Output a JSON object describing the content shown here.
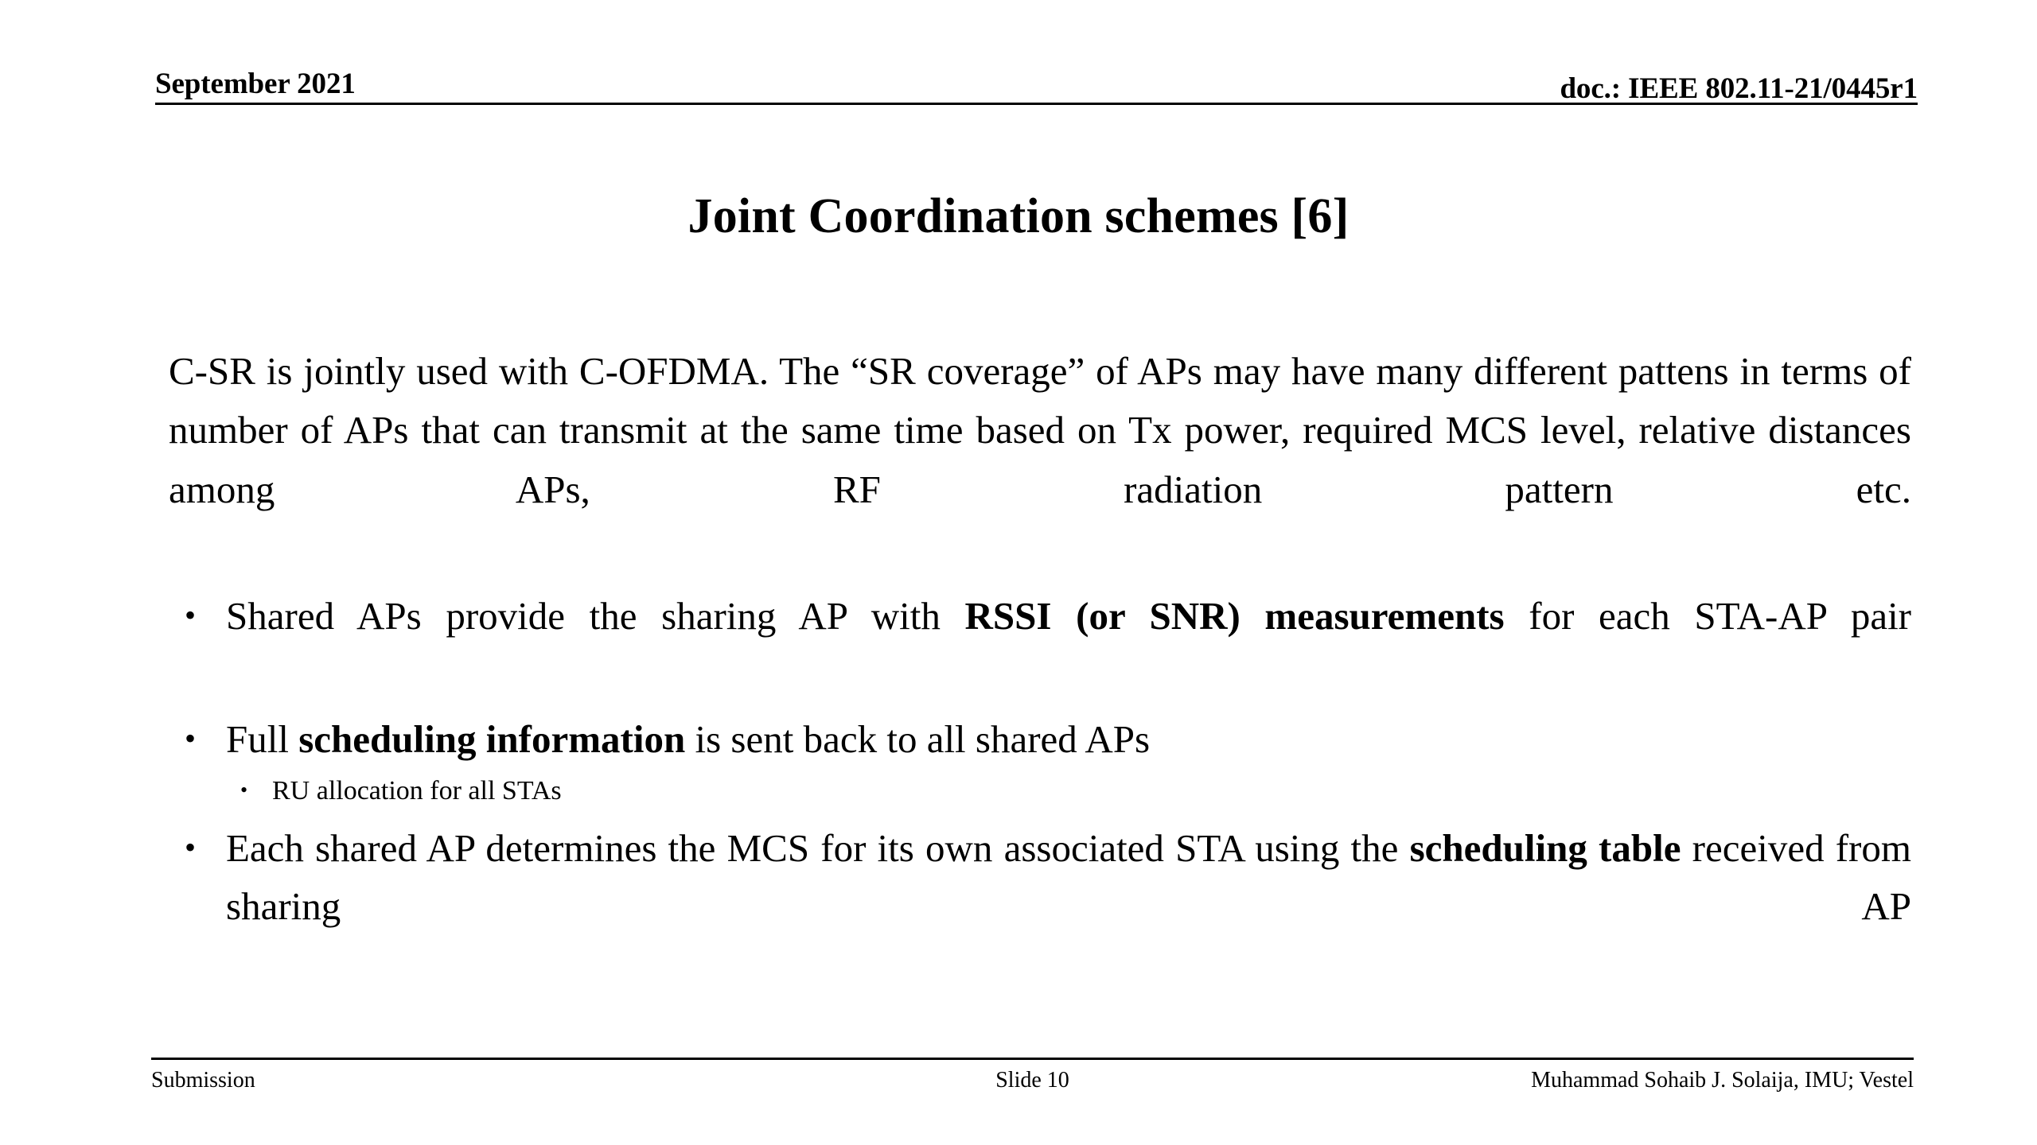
{
  "header": {
    "date": "September 2021",
    "doc_id": "doc.: IEEE 802.11-21/0445r1"
  },
  "title": "Joint Coordination schemes [6]",
  "body": {
    "lead_paragraph": "C-SR is jointly used with C-OFDMA. The “SR coverage” of APs may have many different pattens in terms of number of APs that can transmit at the same time based on Tx power, required MCS level, relative distances among APs, RF radiation pattern etc.",
    "bullets": [
      {
        "bullet_glyph": "•",
        "parts": [
          {
            "text": "Shared APs provide the sharing AP with ",
            "bold": false
          },
          {
            "text": "RSSI (or SNR) measurements",
            "bold": true
          },
          {
            "text": "  for each STA-AP pair",
            "bold": false
          }
        ],
        "justified": true,
        "children": []
      },
      {
        "bullet_glyph": "•",
        "parts": [
          {
            "text": "Full ",
            "bold": false
          },
          {
            "text": "scheduling information",
            "bold": true
          },
          {
            "text": " is sent back to all shared APs",
            "bold": false
          }
        ],
        "justified": false,
        "children": [
          {
            "bullet_glyph": "•",
            "text": "RU allocation for all STAs"
          }
        ]
      },
      {
        "bullet_glyph": "•",
        "parts": [
          {
            "text": "Each shared AP determines the MCS for its own associated STA using the ",
            "bold": false
          },
          {
            "text": "scheduling table",
            "bold": true
          },
          {
            "text": " received from sharing AP",
            "bold": false
          }
        ],
        "justified": true,
        "children": []
      }
    ]
  },
  "footer": {
    "left": "Submission",
    "center": "Slide 10",
    "right": "Muhammad Sohaib J. Solaija, IMU; Vestel"
  },
  "colors": {
    "text": "#000000",
    "background": "#ffffff",
    "rule": "#000000"
  }
}
